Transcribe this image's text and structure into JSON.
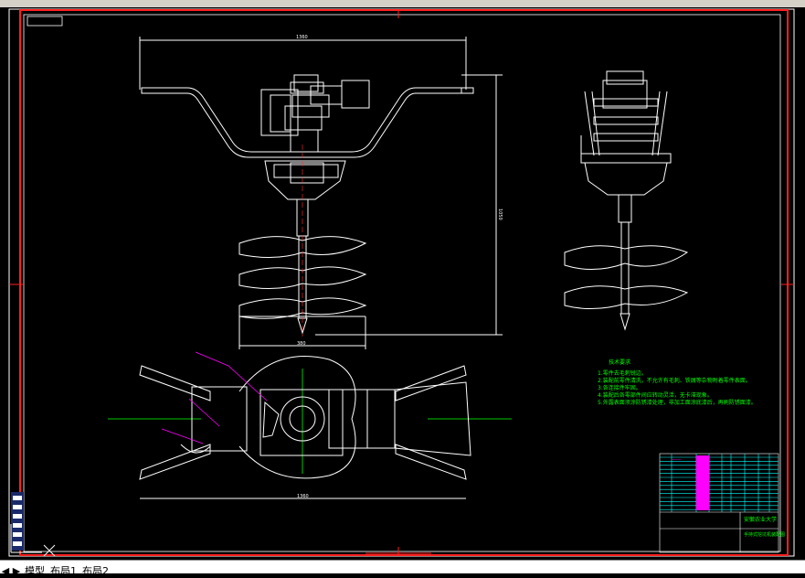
{
  "tabs": [
    "模型",
    "布局1",
    "布局2"
  ],
  "nav_glyphs": [
    "◀",
    "▶"
  ],
  "notes": {
    "title": "技术要求",
    "lines": [
      "1.零件去毛刺锐边。",
      "2.装配前零件清洗，不允许有毛刺、铁屑等杂物附着零件表面。",
      "3.各连接件牢固。",
      "4.装配后各零部件间应转动灵活，无卡滞现象。",
      "5.外露表面须涂防锈漆处理，非加工面涂底漆后，再刷防锈面漆。"
    ]
  },
  "title_block": {
    "school": "安徽农业大学",
    "drawing": "手持式挖坑机装配图"
  },
  "dims": {
    "top_width": "1360",
    "height_right": "1050",
    "auger_width": "380",
    "plan_width": "1360"
  },
  "colors": {
    "border": "#ff0000",
    "line": "#ffffff",
    "centerline": "#00c800",
    "notes": "#00ff00",
    "leader": "#ff00ff",
    "table": "#00ffff"
  }
}
